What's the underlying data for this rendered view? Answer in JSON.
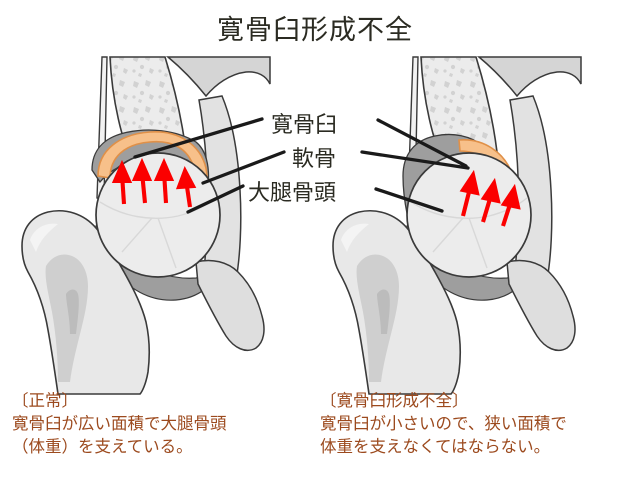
{
  "title": "寛骨臼形成不全",
  "colors": {
    "title_text": "#2b2b22",
    "caption_text": "#9c4a1e",
    "cartilage_fill": "#f7c08a",
    "cartilage_stroke": "#e09048",
    "bone_fill": "#e8e8e8",
    "bone_stroke": "#3a3a3a",
    "acetabulum_shadow": "#a8a8a8",
    "arrow_red": "#fb0000",
    "background": "#ffffff",
    "leader_line": "#1a1a1a"
  },
  "callouts": [
    {
      "id": "acetabulum",
      "label": "寛骨臼",
      "meaning": "acetabulum"
    },
    {
      "id": "cartilage",
      "label": "軟骨",
      "meaning": "cartilage"
    },
    {
      "id": "femoral_head",
      "label": "大腿骨頭",
      "meaning": "femoral head"
    }
  ],
  "panels": {
    "left": {
      "side_label": "normal",
      "caption_head": "〔正常〕",
      "caption_line1": "寛骨臼が広い面積で大腿骨頭",
      "caption_line2": "（体重）を支えている。",
      "arrow_count": 4,
      "cartilage_extent": "wide"
    },
    "right": {
      "side_label": "dysplasia",
      "caption_head": "〔寛骨臼形成不全〕",
      "caption_line1": "寛骨臼が小さいので、狭い面積で",
      "caption_line2": "体重を支えなくてはならない。",
      "arrow_count": 3,
      "cartilage_extent": "narrow"
    }
  }
}
